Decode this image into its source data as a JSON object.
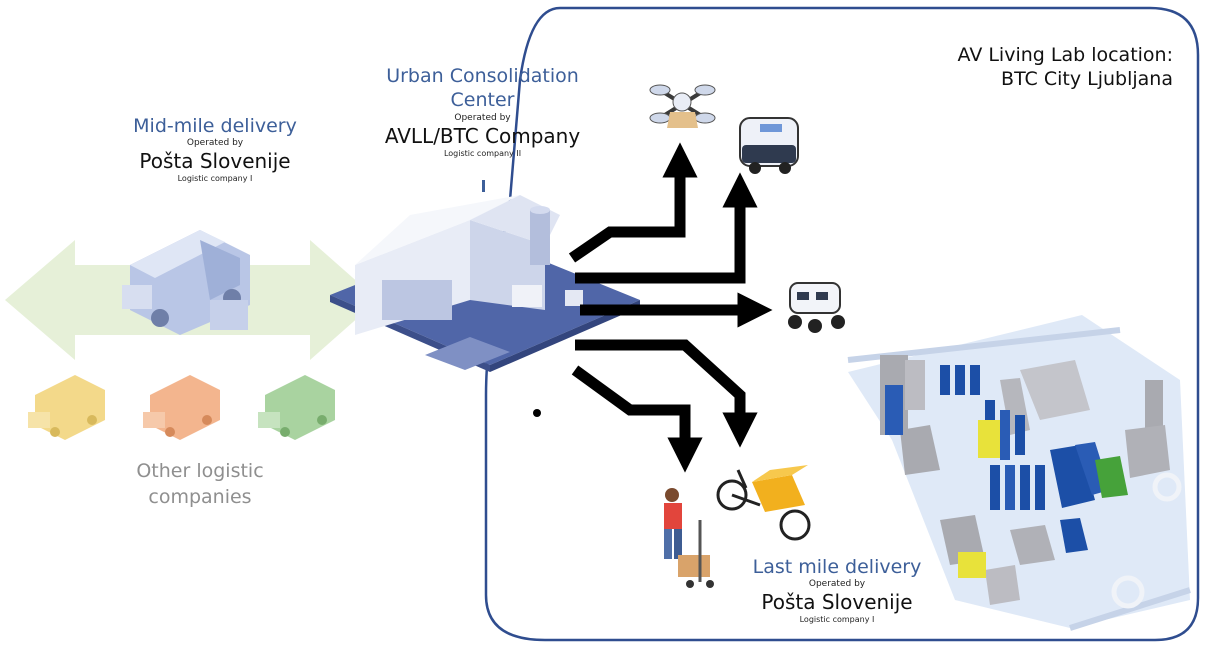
{
  "av_lab": {
    "line1": "AV Living Lab location:",
    "line2": "BTC City Ljubljana"
  },
  "ucc": {
    "title_line1": "Urban Consolidation",
    "title_line2": "Center",
    "operated_by": "Operated by",
    "operator": "AVLL/BTC Company",
    "company": "Logistic company II"
  },
  "mid_mile": {
    "title": "Mid-mile delivery",
    "operated_by": "Operated by",
    "operator": "Pošta Slovenije",
    "company": "Logistic company I"
  },
  "other": {
    "line1": "Other logistic",
    "line2": "companies"
  },
  "last_mile": {
    "title": "Last mile delivery",
    "operated_by": "Operated by",
    "operator": "Pošta Slovenije",
    "company": "Logistic company I"
  },
  "colors": {
    "boundary": "#2f4d8f",
    "title_blue": "#3d5f99",
    "platform": "#5066a8",
    "arrow": "#000000",
    "green_arrow": "#e6f0d8",
    "van_yellow": "#f3d98a",
    "van_orange": "#f3b58e",
    "van_green": "#a9d3a0",
    "map_blue": "#1c4fa7",
    "map_grey": "#a9aab0"
  },
  "icons": [
    "drone-icon",
    "autonomous-shuttle-icon",
    "delivery-robot-icon",
    "cargo-bike-icon",
    "courier-icon",
    "warehouse-icon",
    "van-icon",
    "map-icon"
  ]
}
